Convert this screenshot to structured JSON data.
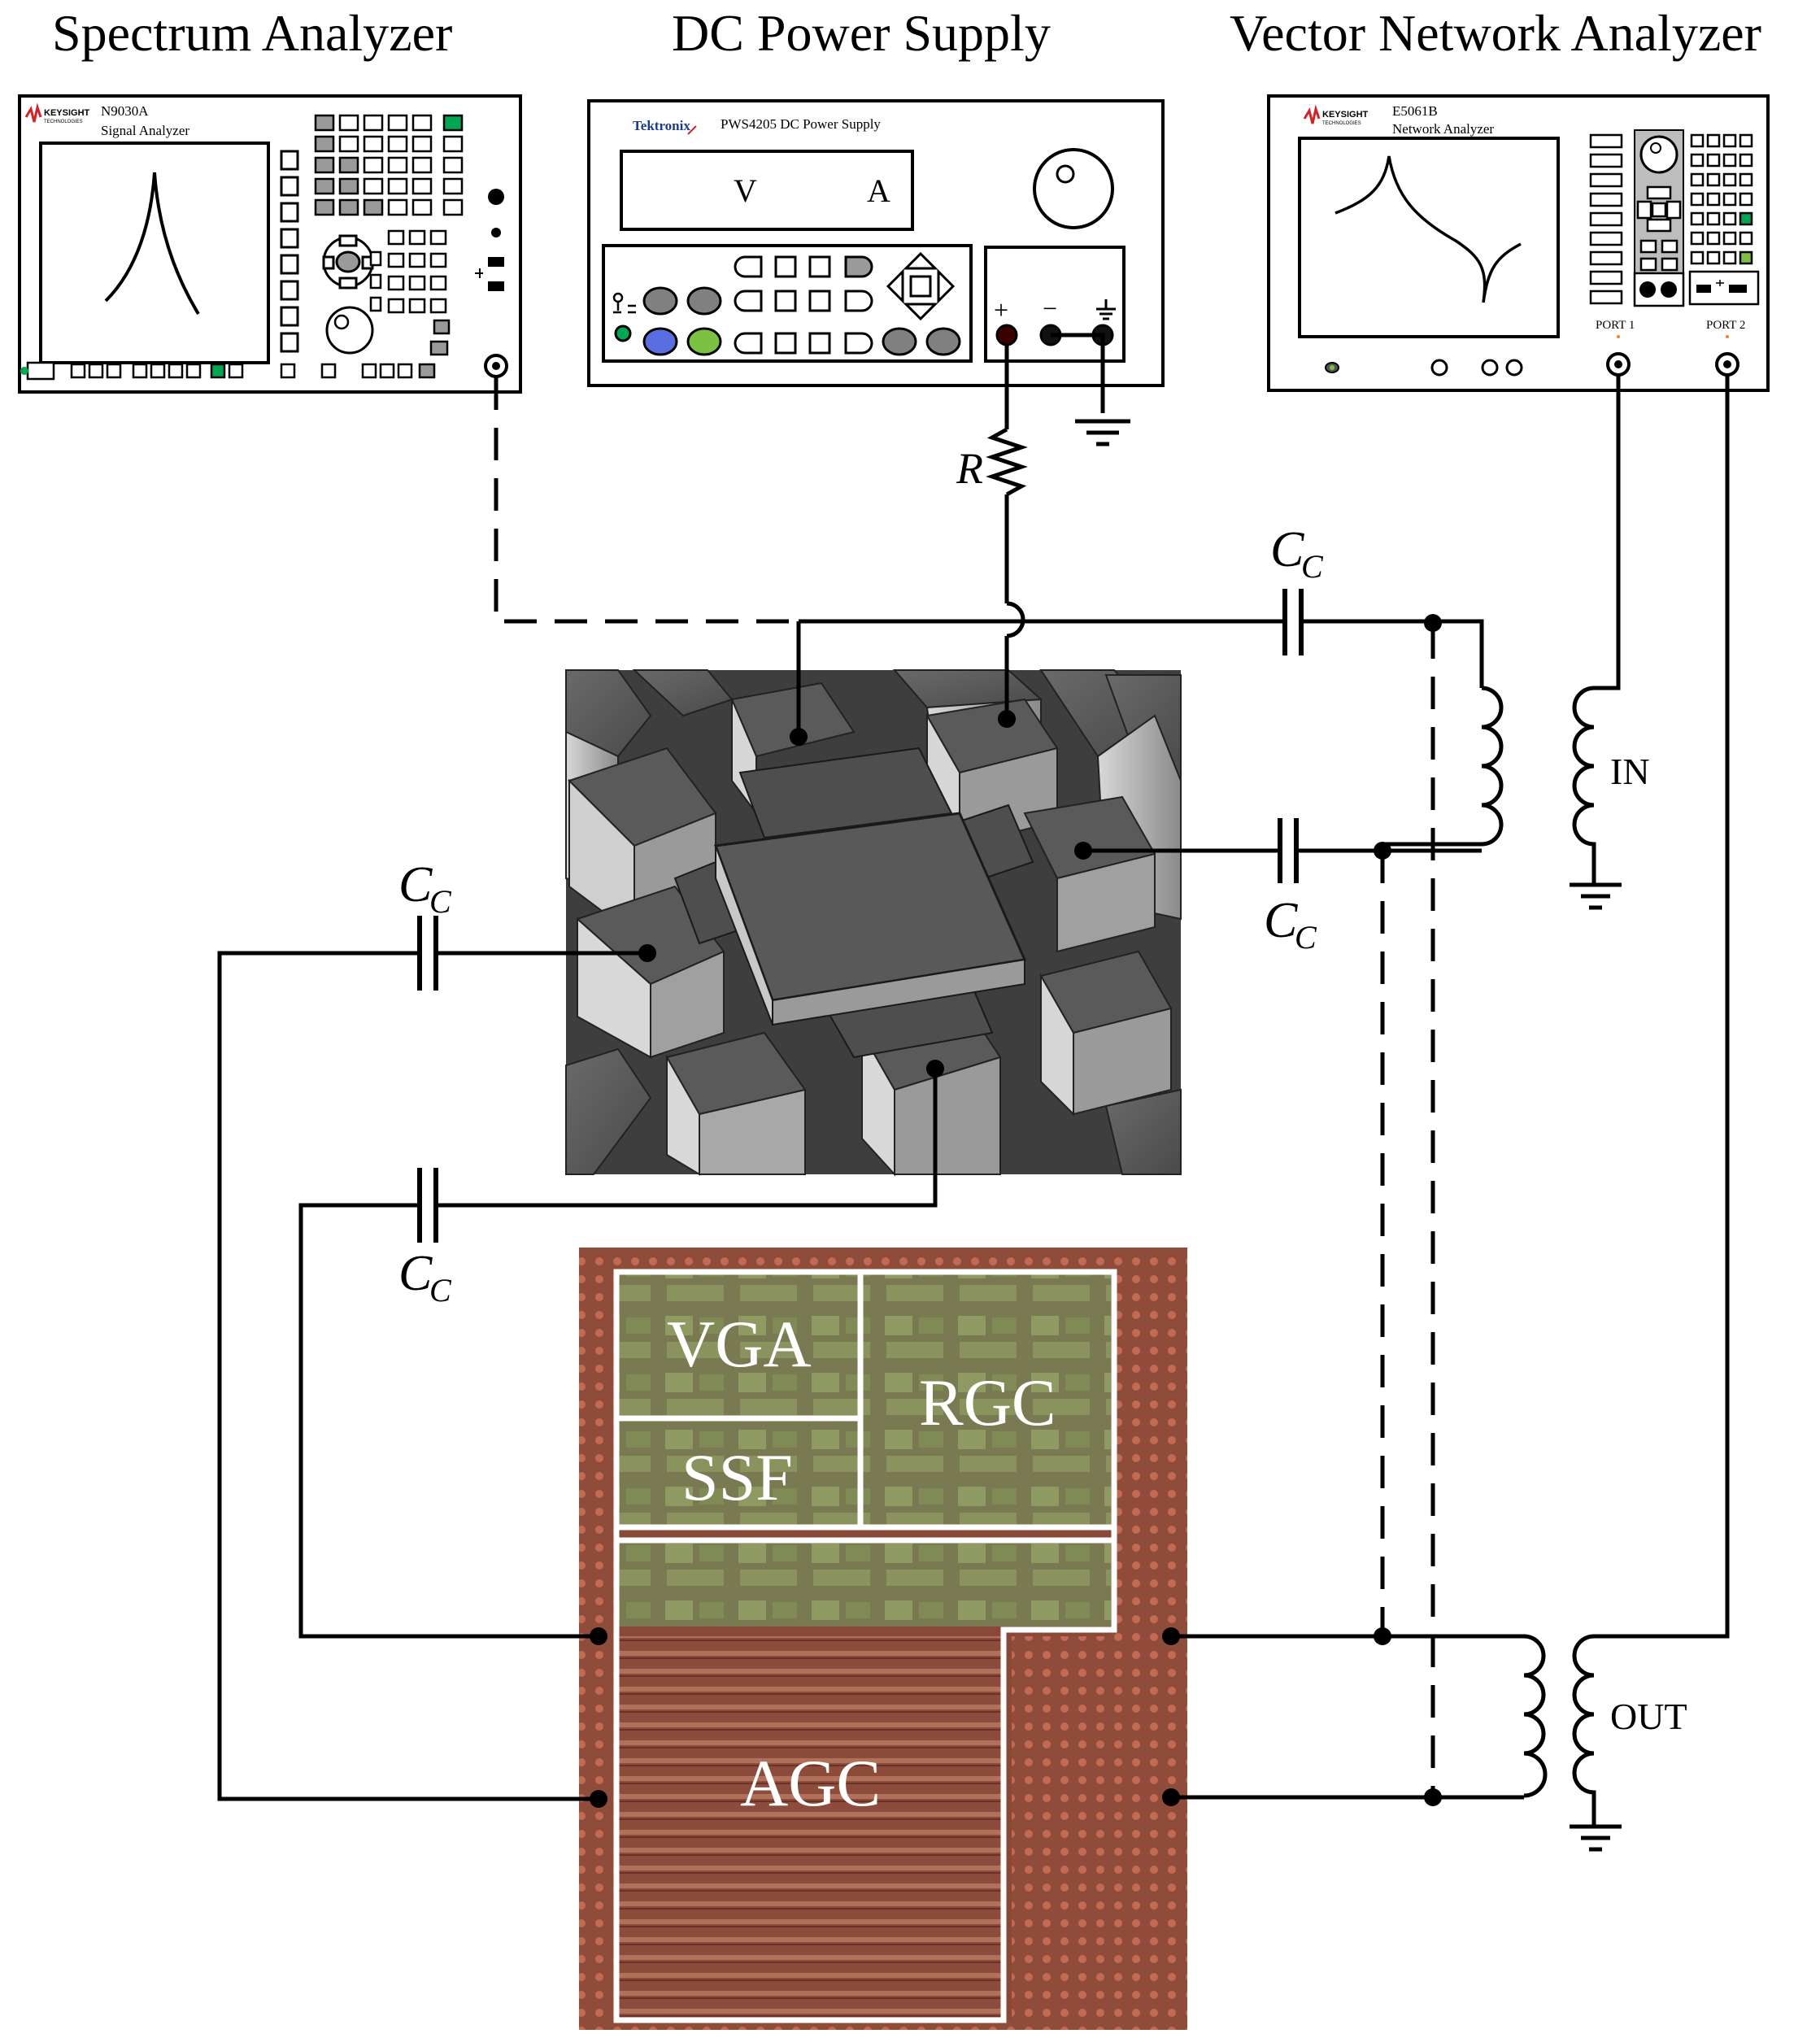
{
  "titles": {
    "spectrum": "Spectrum Analyzer",
    "dc": "DC Power Supply",
    "vna": "Vector Network Analyzer"
  },
  "spectrum_analyzer": {
    "brand": "KEYSIGHT",
    "brand_sub": "TECHNOLOGIES",
    "model": "N9030A",
    "name": "Signal Analyzer"
  },
  "dc_supply": {
    "brand": "Tektronix",
    "model": "PWS4205 DC Power Supply",
    "volt_label": "V",
    "amp_label": "A",
    "plus": "+",
    "minus": "−"
  },
  "vna": {
    "brand": "KEYSIGHT",
    "brand_sub": "TECHNOLOGIES",
    "model": "E5061B",
    "name": "Network Analyzer",
    "port1": "PORT 1",
    "port2": "PORT 2"
  },
  "circuit": {
    "resistor": "R",
    "coupling_cap": "C",
    "coupling_cap_sub": "C",
    "balun_in": "IN",
    "balun_out": "OUT"
  },
  "chip_blocks": {
    "vga": "VGA",
    "rgc": "RGC",
    "ssf": "SSF",
    "agc": "AGC"
  },
  "colors": {
    "screen_border": "#000000",
    "btn_green": "#00a651",
    "btn_blue": "#5b6ee1",
    "btn_lightgreen": "#7cc242",
    "btn_grey": "#808080",
    "mems_bg": "#3e3e3e",
    "chip_bg": "#8b4a3a"
  }
}
